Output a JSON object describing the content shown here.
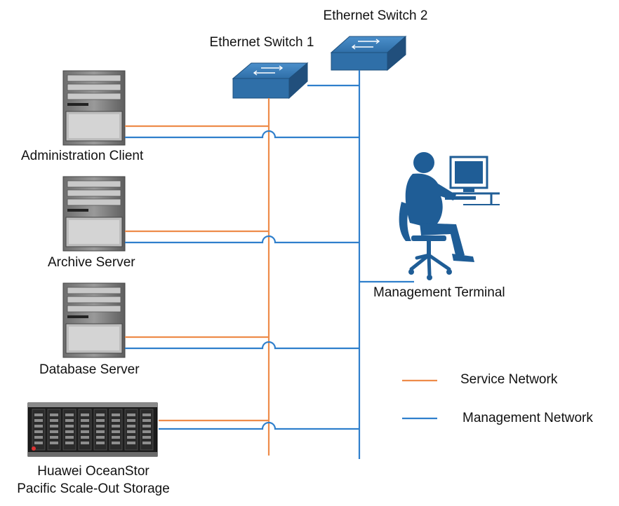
{
  "labels": {
    "switch1": "Ethernet Switch 1",
    "switch2": "Ethernet Switch 2",
    "admin_client": "Administration Client",
    "archive_server": "Archive Server",
    "database_server": "Database Server",
    "storage_line1": "Huawei OceanStor",
    "storage_line2": "Pacific Scale-Out Storage",
    "management_terminal": "Management Terminal"
  },
  "legend": {
    "service": "Service Network",
    "management": "Management Network"
  },
  "colors": {
    "service": "#ee8c4a",
    "management": "#2f7fcc",
    "switch": "#2f6fa8",
    "person": "#1f5d96"
  },
  "icons": {
    "switch": "ethernet-switch-icon",
    "server": "server-icon",
    "storage": "storage-array-icon",
    "terminal": "person-at-computer-icon"
  }
}
